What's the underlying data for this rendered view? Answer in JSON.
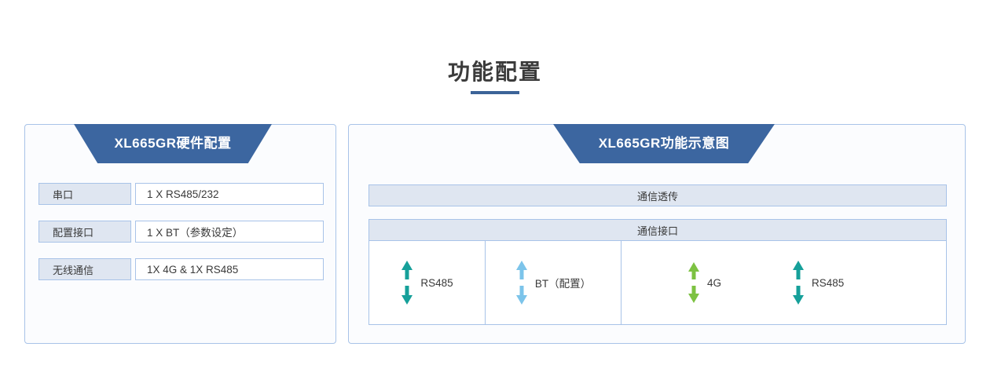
{
  "page": {
    "title": "功能配置",
    "accent_color": "#3c6398"
  },
  "left_panel": {
    "header": "XL665GR硬件配置",
    "header_color": "#3c66a0",
    "rows": [
      {
        "label": "串口",
        "value": "1 X RS485/232"
      },
      {
        "label": "配置接口",
        "value": "1 X BT（参数设定）"
      },
      {
        "label": "无线通信",
        "value": "1X 4G & 1X RS485"
      }
    ]
  },
  "right_panel": {
    "header": "XL665GR功能示意图",
    "header_color": "#3c66a0",
    "bars": [
      {
        "label": "通信透传"
      },
      {
        "label": "通信接口"
      }
    ],
    "cells": [
      {
        "name": "serial",
        "items": [
          {
            "label": "RS485",
            "arrow_color": "#16a09a",
            "arrow_icon": "double-arrow-vertical-icon"
          }
        ]
      },
      {
        "name": "config",
        "items": [
          {
            "label": "BT（配置）",
            "arrow_color": "#7cc4ea",
            "arrow_icon": "double-arrow-vertical-icon"
          }
        ]
      },
      {
        "name": "wireless",
        "items": [
          {
            "label": "4G",
            "arrow_color": "#7dc242",
            "arrow_icon": "double-arrow-vertical-icon"
          },
          {
            "label": "RS485",
            "arrow_color": "#16a09a",
            "arrow_icon": "double-arrow-vertical-icon"
          }
        ]
      }
    ]
  }
}
